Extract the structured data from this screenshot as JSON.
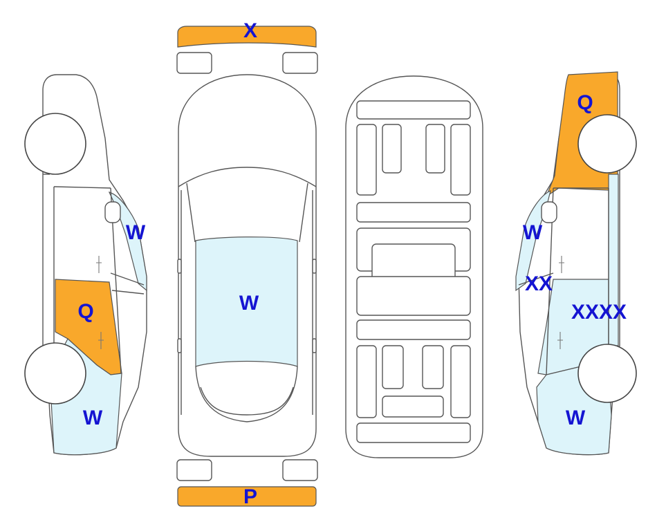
{
  "colors": {
    "damage": "#F9A82B",
    "glass": "#DDF4FA",
    "label": "#1414D2",
    "outline": "#555555"
  },
  "labels": {
    "front_bumper": "X",
    "rear_bumper": "P",
    "roof_glass": "W",
    "left_front_window": "W",
    "left_rear_door": "Q",
    "left_rear_quarter": "W",
    "right_rear_fender": "Q",
    "right_front_window": "W",
    "right_front_door_a": "XX",
    "right_front_door_b": "XXXX",
    "right_rear_quarter": "W"
  }
}
